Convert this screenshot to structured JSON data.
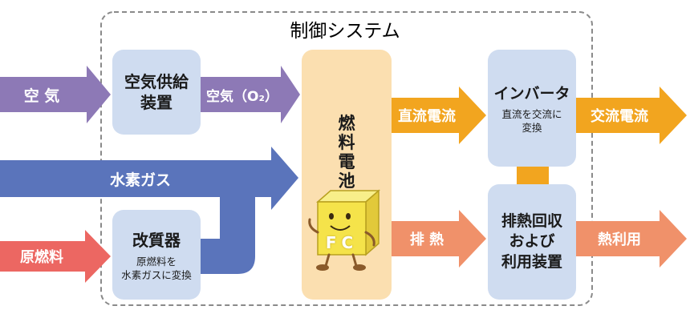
{
  "system_label": "制御システム",
  "inputs": {
    "air": "空 気",
    "hydrogen_gas": "水素ガス",
    "raw_fuel": "原燃料"
  },
  "nodes": {
    "air_supply": {
      "title": "空気供給\n装置"
    },
    "reformer": {
      "title": "改質器",
      "description": "原燃料を\n水素ガスに変換"
    },
    "fuel_cell": {
      "title": "燃\n料\n電\n池",
      "mascot_text": "FC"
    },
    "inverter": {
      "title": "インバータ",
      "description": "直流を交流に\n変換"
    },
    "heat_recovery": {
      "title": "排熱回収\nおよび\n利用装置"
    }
  },
  "flows": {
    "air_o2": "空気（O₂）",
    "dc_current": "直流電流",
    "ac_current": "交流電流",
    "exhaust_heat": "排 熱",
    "heat_use": "熱利用"
  },
  "colors": {
    "purple": "#8d79b6",
    "blue": "#5a74bb",
    "red": "#ec6762",
    "orange": "#f2a51f",
    "salmon": "#f0916a",
    "box": "#cfdcf0",
    "fuel_cell": "#fbdfb0",
    "connector": "#f2a51f",
    "mascot": "#f5e34a"
  }
}
